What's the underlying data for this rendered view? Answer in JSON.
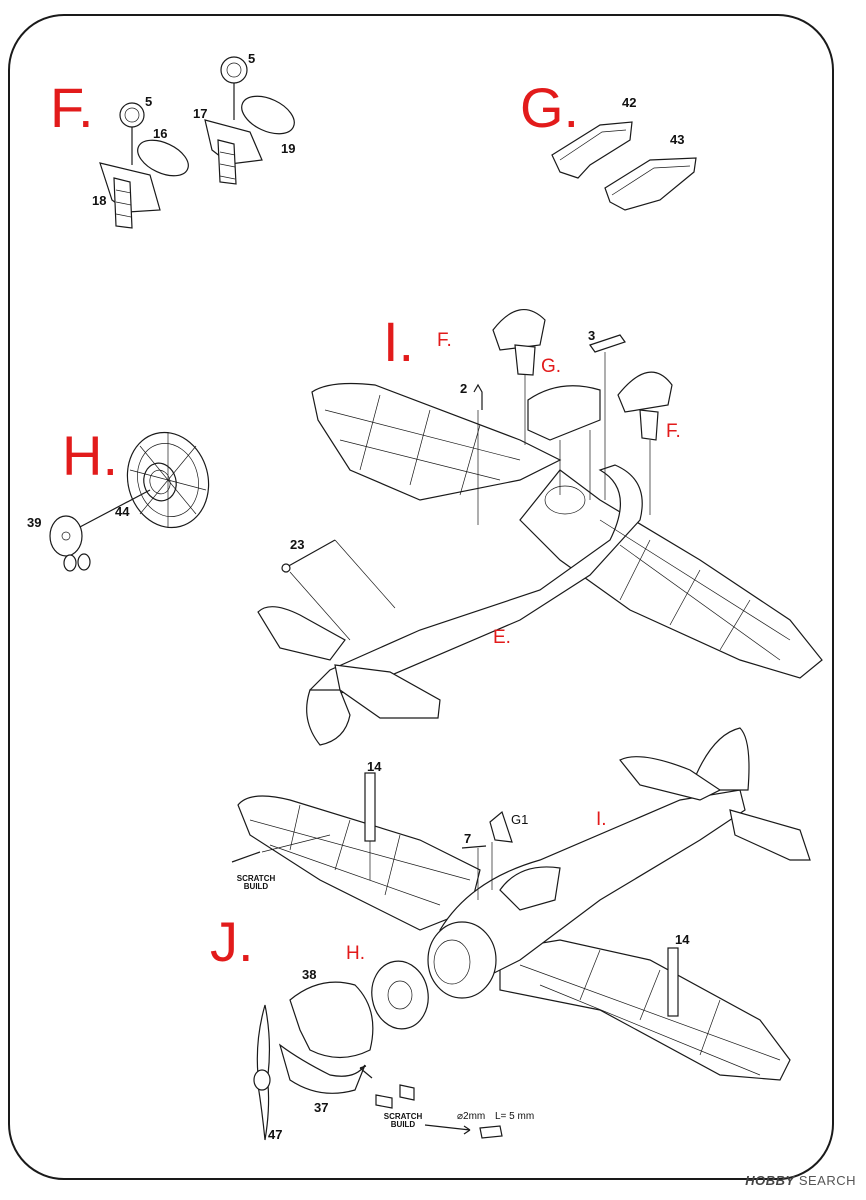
{
  "steps": {
    "F": {
      "label": "F.",
      "parts": [
        "5",
        "16",
        "18",
        "5",
        "17",
        "19"
      ]
    },
    "G": {
      "label": "G.",
      "parts": [
        "42",
        "43"
      ]
    },
    "H": {
      "label": "H.",
      "parts": [
        "39",
        "44"
      ]
    },
    "I": {
      "label": "I.",
      "parts": [
        "2",
        "3",
        "23"
      ],
      "refs": [
        "F.",
        "G.",
        "F.",
        "E."
      ]
    },
    "J": {
      "label": "J.",
      "parts": [
        "14",
        "7",
        "G1",
        "14",
        "38",
        "37",
        "47"
      ],
      "refs": [
        "I.",
        "H."
      ]
    }
  },
  "scratch_build_notes": [
    "SCRATCH BUILD",
    "SCRATCH BUILD"
  ],
  "dimensions": {
    "diameter": "⌀2mm",
    "length": "L= 5 mm"
  },
  "watermark": {
    "brand": "HOBBY",
    "suffix": "SEARCH"
  },
  "colors": {
    "step_label": "#e21b1b",
    "line_art": "#1a1a1a"
  }
}
